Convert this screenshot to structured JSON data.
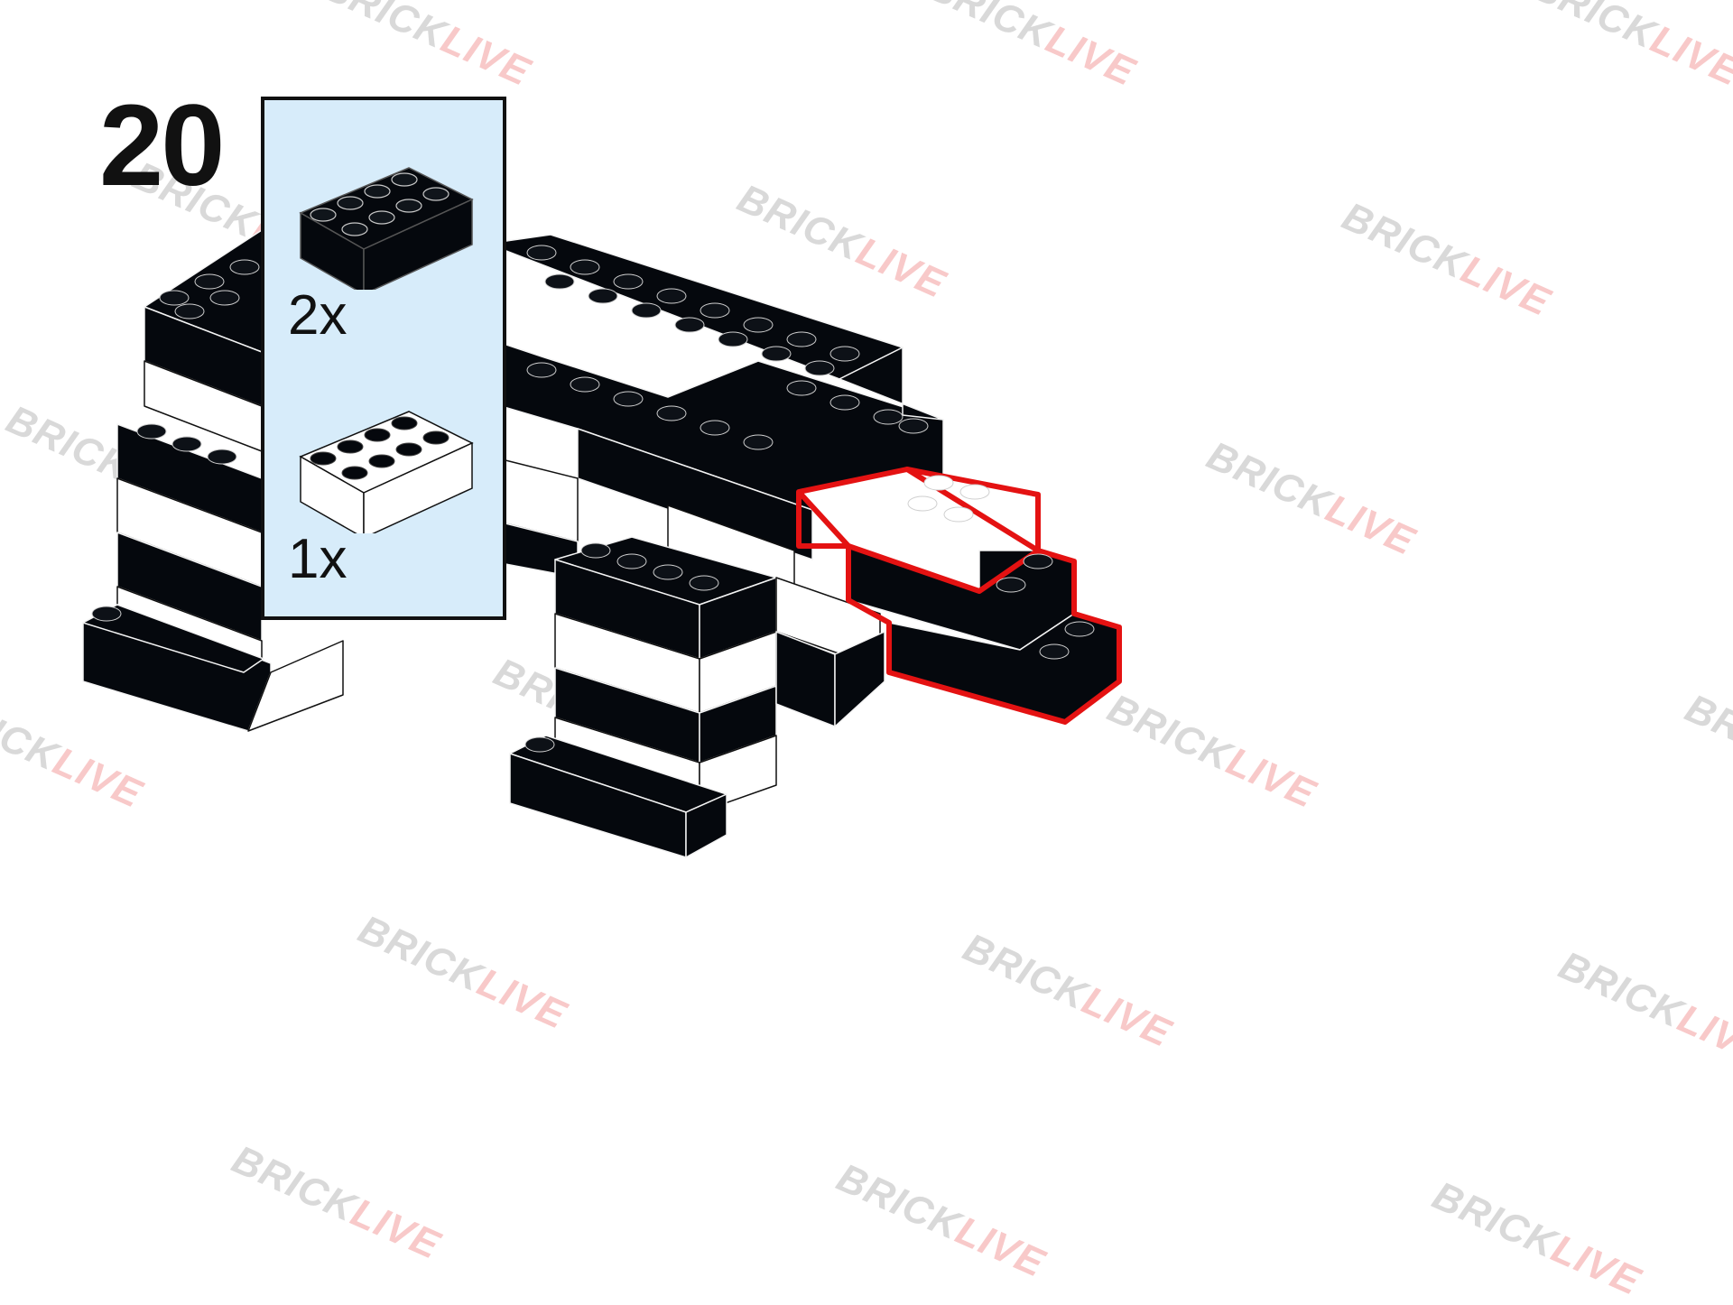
{
  "step": {
    "number": "20"
  },
  "parts_list": {
    "background": "#d7ecfa",
    "items": [
      {
        "part": "brick 2x4",
        "color": "black",
        "hex": "#05080d",
        "quantity": "2x"
      },
      {
        "part": "brick 2x4",
        "color": "white",
        "hex": "#ffffff",
        "quantity": "1x"
      }
    ]
  },
  "model": {
    "colors": {
      "black": "#05080d",
      "white": "#ffffff",
      "highlight": "#e41212"
    },
    "highlighted_new_parts": true
  },
  "watermark": {
    "part_a": "BRICK",
    "part_b": "LIVE"
  }
}
